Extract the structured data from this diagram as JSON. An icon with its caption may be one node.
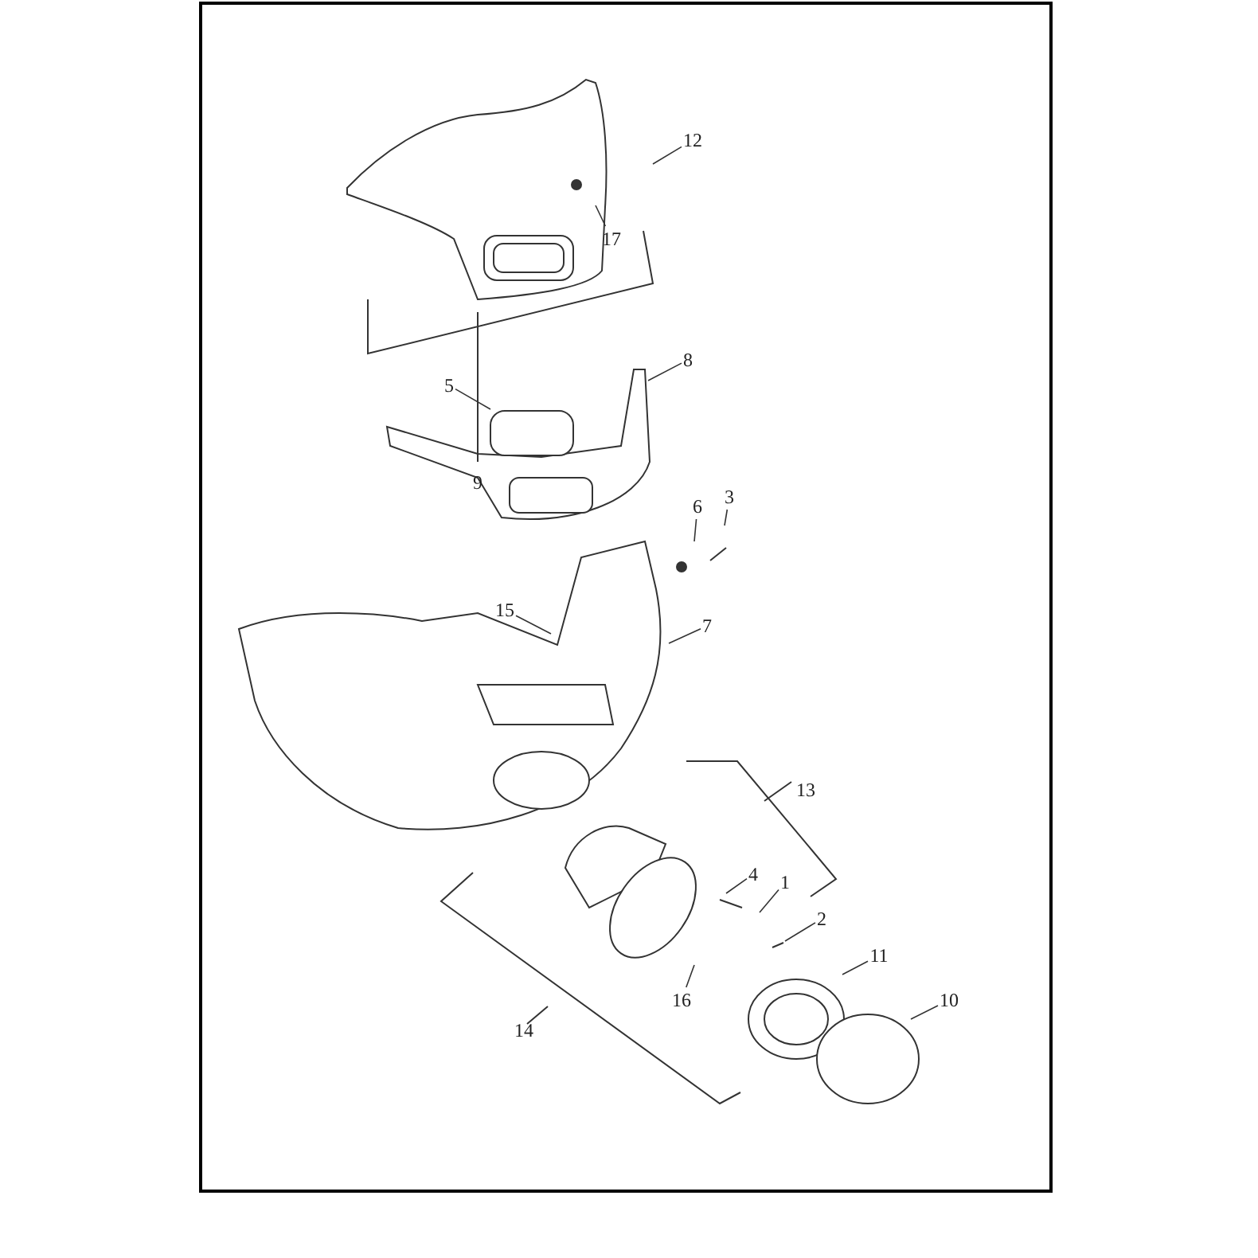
{
  "diagram": {
    "nodes": [
      {
        "text": [
          "12"
        ]
      },
      {
        "text": [
          "17"
        ]
      },
      {
        "text": [
          "8"
        ]
      },
      {
        "text": [
          "5"
        ]
      },
      {
        "text": [
          "6"
        ]
      },
      {
        "text": [
          "3"
        ]
      },
      {
        "text": [
          "15"
        ]
      },
      {
        "text": [
          "7"
        ]
      },
      {
        "text": [
          "4"
        ]
      },
      {
        "text": [
          "1"
        ]
      },
      {
        "text": [
          "2"
        ]
      },
      {
        "text": [
          "11"
        ]
      },
      {
        "text": [
          "10"
        ]
      },
      {
        "text": [
          "16"
        ]
      }
    ],
    "edges": [
      {
        "from": 0,
        "to": null,
        "arrow": "none"
      },
      {
        "from": 1,
        "to": null,
        "arrow": "none"
      },
      {
        "from": 2,
        "to": null,
        "arrow": "none"
      },
      {
        "from": 3,
        "to": null,
        "arrow": "none"
      },
      {
        "from": 4,
        "to": null,
        "arrow": "none"
      },
      {
        "from": 5,
        "to": null,
        "arrow": "none"
      },
      {
        "from": 6,
        "to": null,
        "arrow": "none"
      },
      {
        "from": 7,
        "to": null,
        "arrow": "none"
      },
      {
        "from": 8,
        "to": null,
        "arrow": "none"
      },
      {
        "from": 9,
        "to": null,
        "arrow": "none"
      },
      {
        "from": 10,
        "to": null,
        "arrow": "none"
      },
      {
        "from": 11,
        "to": null,
        "arrow": "none"
      },
      {
        "from": 12,
        "to": null,
        "arrow": "none"
      },
      {
        "from": 13,
        "to": null,
        "arrow": "none"
      }
    ],
    "labels": [
      "9",
      "13",
      "14"
    ]
  }
}
